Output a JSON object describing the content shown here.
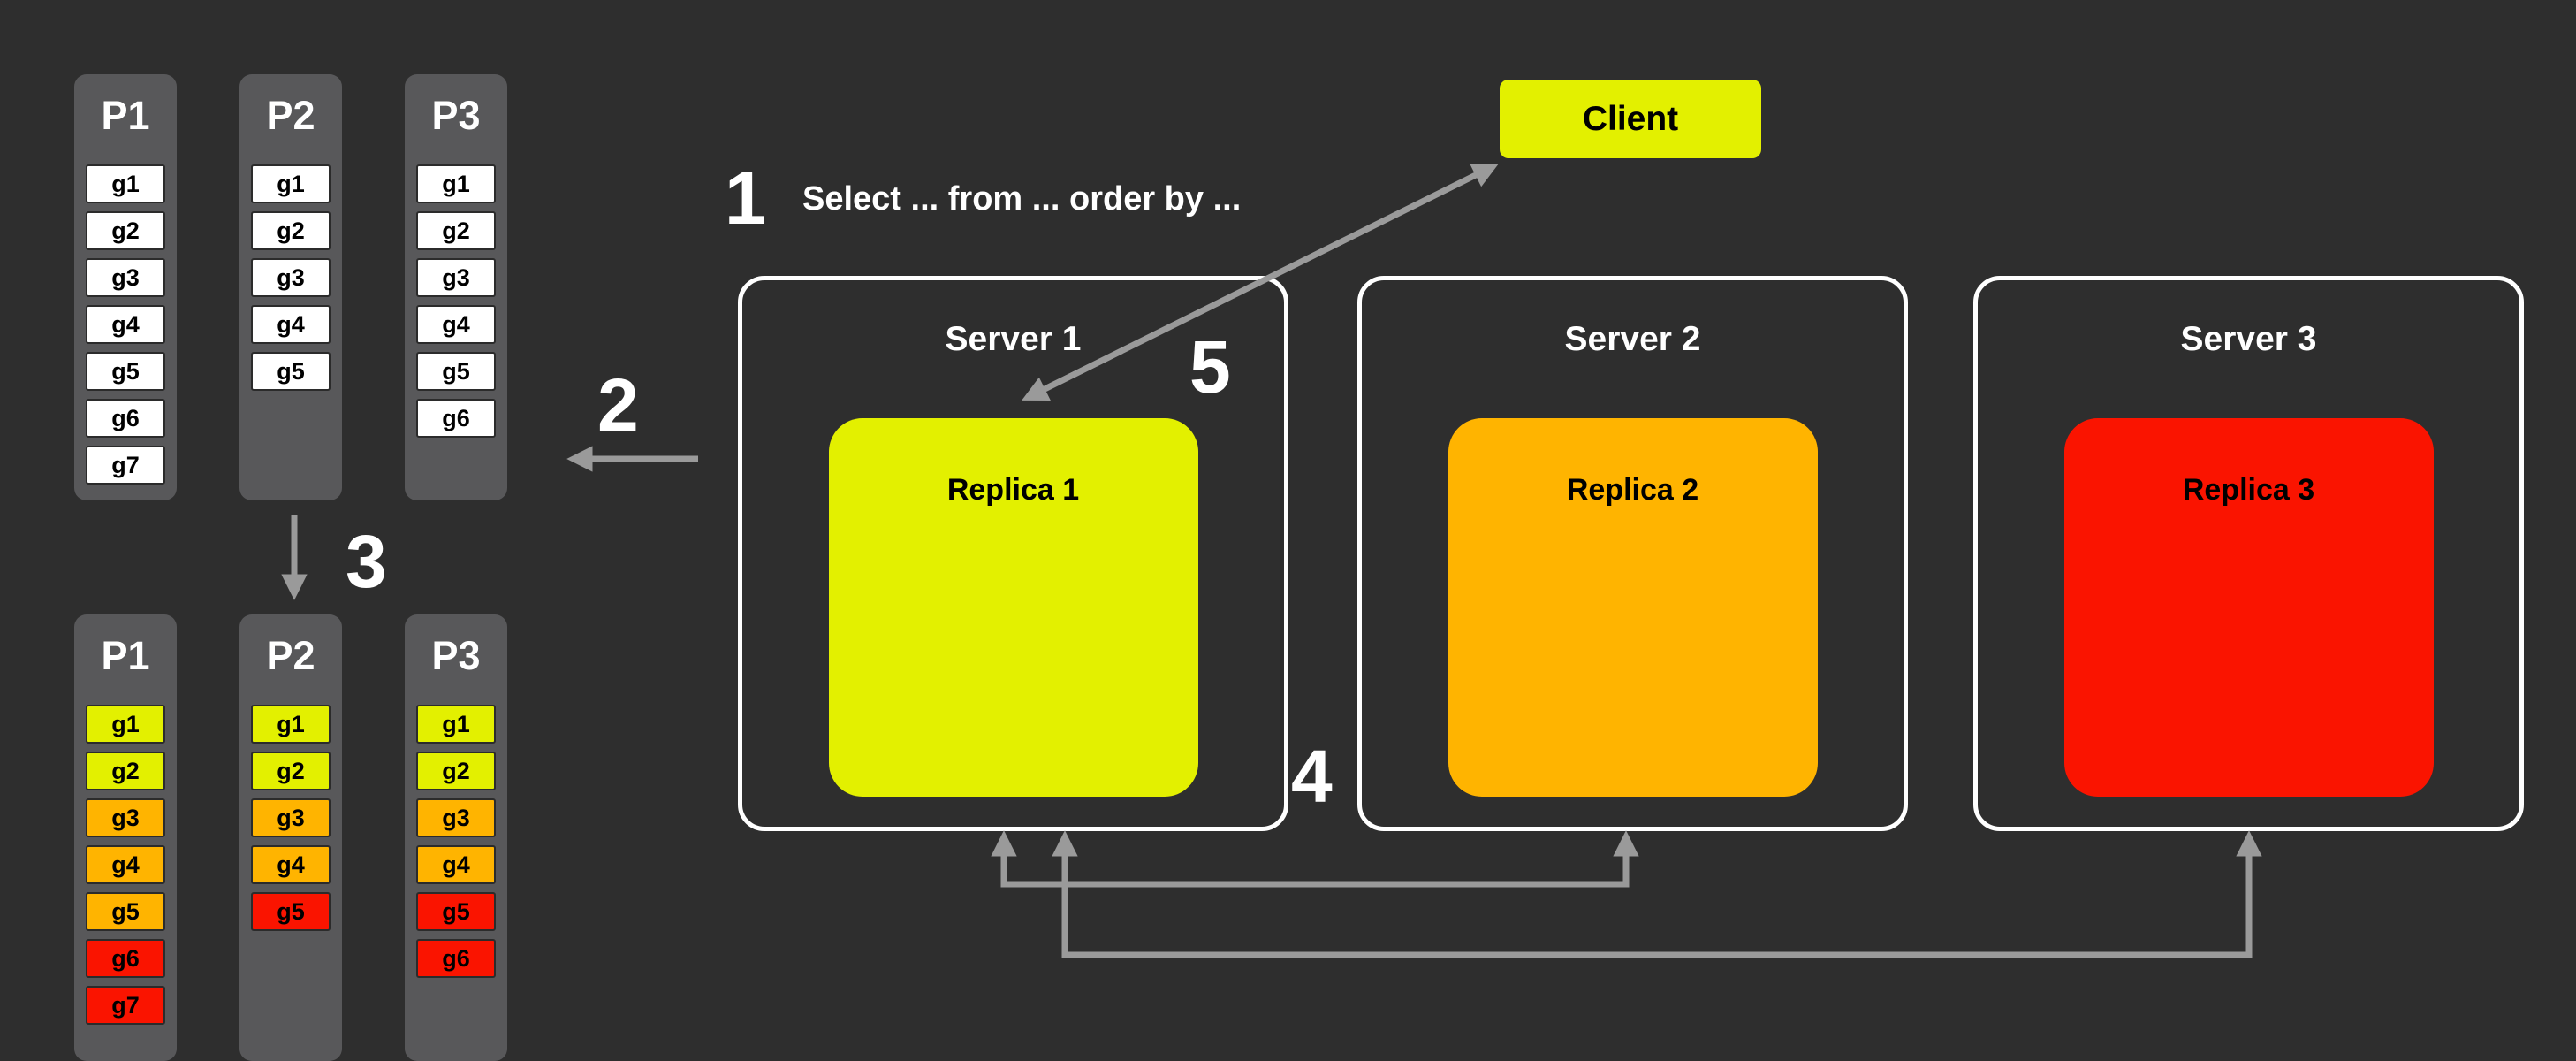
{
  "colors": {
    "background": "#2e2e2e",
    "column_gray": "#58585a",
    "cell_white": "#ffffff",
    "yellow": "#e3f000",
    "orange": "#ffb400",
    "red": "#fa1400",
    "arrow_gray": "#9a9a9a",
    "server_border": "#ffffff"
  },
  "steps": {
    "step1": "1",
    "step2": "2",
    "step3": "3",
    "step4": "4",
    "step5": "5"
  },
  "query_text": "Select ... from ... order by ...",
  "client": {
    "label": "Client",
    "color": "#e3f000"
  },
  "partitions_top": [
    {
      "label": "P1",
      "cells": [
        "g1",
        "g2",
        "g3",
        "g4",
        "g5",
        "g6",
        "g7"
      ]
    },
    {
      "label": "P2",
      "cells": [
        "g1",
        "g2",
        "g3",
        "g4",
        "g5"
      ]
    },
    {
      "label": "P3",
      "cells": [
        "g1",
        "g2",
        "g3",
        "g4",
        "g5",
        "g6"
      ]
    }
  ],
  "partitions_bottom": [
    {
      "label": "P1",
      "cells": [
        {
          "label": "g1",
          "color": "#e3f000"
        },
        {
          "label": "g2",
          "color": "#e3f000"
        },
        {
          "label": "g3",
          "color": "#ffb400"
        },
        {
          "label": "g4",
          "color": "#ffb400"
        },
        {
          "label": "g5",
          "color": "#ffb400"
        },
        {
          "label": "g6",
          "color": "#fa1400"
        },
        {
          "label": "g7",
          "color": "#fa1400"
        }
      ]
    },
    {
      "label": "P2",
      "cells": [
        {
          "label": "g1",
          "color": "#e3f000"
        },
        {
          "label": "g2",
          "color": "#e3f000"
        },
        {
          "label": "g3",
          "color": "#ffb400"
        },
        {
          "label": "g4",
          "color": "#ffb400"
        },
        {
          "label": "g5",
          "color": "#fa1400"
        }
      ]
    },
    {
      "label": "P3",
      "cells": [
        {
          "label": "g1",
          "color": "#e3f000"
        },
        {
          "label": "g2",
          "color": "#e3f000"
        },
        {
          "label": "g3",
          "color": "#ffb400"
        },
        {
          "label": "g4",
          "color": "#ffb400"
        },
        {
          "label": "g5",
          "color": "#fa1400"
        },
        {
          "label": "g6",
          "color": "#fa1400"
        }
      ]
    }
  ],
  "servers": [
    {
      "label": "Server 1",
      "replica": {
        "label": "Replica 1",
        "color": "#e3f000"
      }
    },
    {
      "label": "Server 2",
      "replica": {
        "label": "Replica 2",
        "color": "#ffb400"
      }
    },
    {
      "label": "Server 3",
      "replica": {
        "label": "Replica 3",
        "color": "#fa1400"
      }
    }
  ]
}
